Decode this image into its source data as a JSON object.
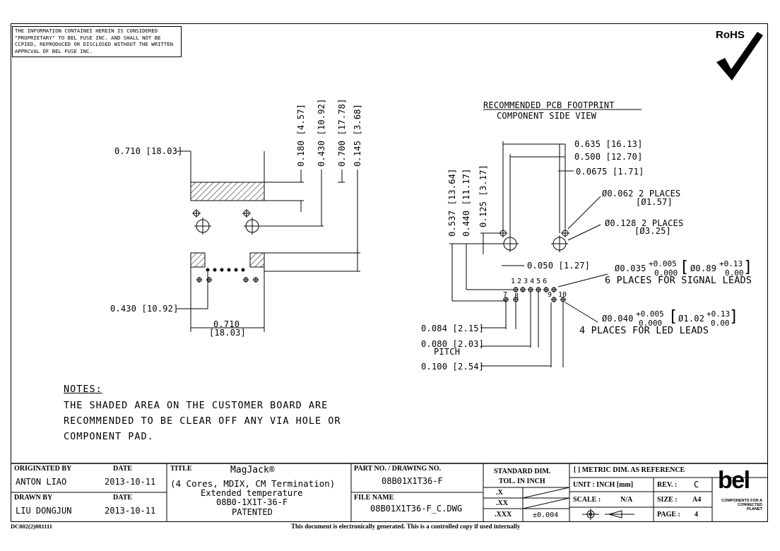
{
  "notice": {
    "proprietary": "THE INFORMATION CONTAINEI HEREIN IS CONSIDERED \"PROPRIETARY\" TO BEL FUSE INC. AND SHALL NOT BE CCPIED, REPRODUCED OR DISCLOSED WITHOUT THE WRITTEN APPRCVAL OF BEL FUSE INC."
  },
  "rohs": {
    "label": "RoHS",
    "check_icon": "check-mark-icon"
  },
  "left_view": {
    "dims": {
      "top_width": "0.710 [18.03]",
      "h1": "0.180 [4.57]",
      "h2": "0.430 [10.92]",
      "h3": "0.700 [17.78]",
      "h4": "0.145 [3.68]",
      "bottom_left": "0.430 [10.92]",
      "bottom_width_1": "0.710",
      "bottom_width_2": "[18.03]"
    }
  },
  "right_view": {
    "title": "RECOMMENDED PCB FOOTPRINT",
    "subtitle": "COMPONENT SIDE VIEW",
    "dims": {
      "d1": "0.635 [16.13]",
      "d2": "0.500 [12.70]",
      "d3": "0.0675 [1.71]",
      "v1": "0.537 [13.64]",
      "v2": "0.440 [11.17]",
      "v3": "0.125 [3.17]",
      "hole1_a": "Ø0.062  2 PLACES",
      "hole1_b": "[Ø1.57]",
      "hole2_a": "Ø0.128  2 PLACES",
      "hole2_b": "[Ø3.25]",
      "offset": "0.050 [1.27]",
      "sig_main": "Ø0.035",
      "sig_tol_up": "+0.005",
      "sig_tol_dn": "0.000",
      "sig_metric": "Ø0.89",
      "sig_metric_up": "+0.13",
      "sig_metric_dn": "0.00",
      "sig_desc": "6 PLACES FOR SIGNAL LEADS",
      "led_main": "Ø0.040",
      "led_tol_up": "+0.005",
      "led_tol_dn": "0.000",
      "led_metric": "Ø1.02",
      "led_metric_up": "+0.13",
      "led_metric_dn": "0.00",
      "led_desc": "4 PLACES FOR LED LEADS",
      "p1": "0.084 [2.15]",
      "p2": "0.080 [2.03]",
      "p2_label": "PITCH",
      "p3": "0.100 [2.54]"
    },
    "pin_numbers_top": [
      "1",
      "2",
      "3",
      "4",
      "5",
      "6"
    ],
    "pin_numbers_bottom": [
      "7",
      "8",
      "9",
      "10"
    ]
  },
  "notes": {
    "heading": "NOTES:",
    "lines": [
      "THE SHADED AREA ON THE CUSTOMER BOARD ARE",
      "RECOMMENDED TO BE CLEAR OFF ANY VIA HOLE OR",
      "COMPONENT PAD."
    ]
  },
  "title_block": {
    "originated_by_label": "ORIGINATED BY",
    "originated_by": "ANTON LIAO",
    "date_label": "DATE",
    "originated_date": "2013-10-11",
    "drawn_by_label": "DRAWN BY",
    "drawn_by": "LIU DONGJUN",
    "drawn_date": "2013-10-11",
    "title_label": "TITLE",
    "title_1": "MagJack®",
    "title_2": "(4 Cores, MDIX, CM Termination)",
    "title_3": "Extended temperature",
    "title_4": "08B0-1X1T-36-F",
    "title_5": "PATENTED",
    "part_label": "PART NO. / DRAWING NO.",
    "part_no": "08B01X1T36-F",
    "file_label": "FILE NAME",
    "file_name": "08B01X1T36-F_C.DWG",
    "std_dim_1": "STANDARD DIM.",
    "std_dim_2": "TOL. IN INCH",
    "tol_x": ".X",
    "tol_xx": ".XX",
    "tol_xxx": ".XXX",
    "tol_xxx_val": "±0.004",
    "metric_ref": "[ ] METRIC DIM. AS REFERENCE",
    "unit": "UNIT : INCH [mm]",
    "rev": "REV. :",
    "rev_val": "C",
    "scale": "SCALE :",
    "scale_val": "N/A",
    "size": "SIZE :",
    "size_val": "A4",
    "page": "PAGE :",
    "page_val": "4",
    "logo": "bel",
    "tagline_1": "COMPONENTS",
    "tagline_2": "FOR A",
    "tagline_3": "CONNECTED",
    "tagline_4": "PLANET"
  },
  "footer": {
    "doc_code": "DC002(2)081111",
    "statement": "This document is electronically generated. This is a controlled copy if used internally"
  }
}
